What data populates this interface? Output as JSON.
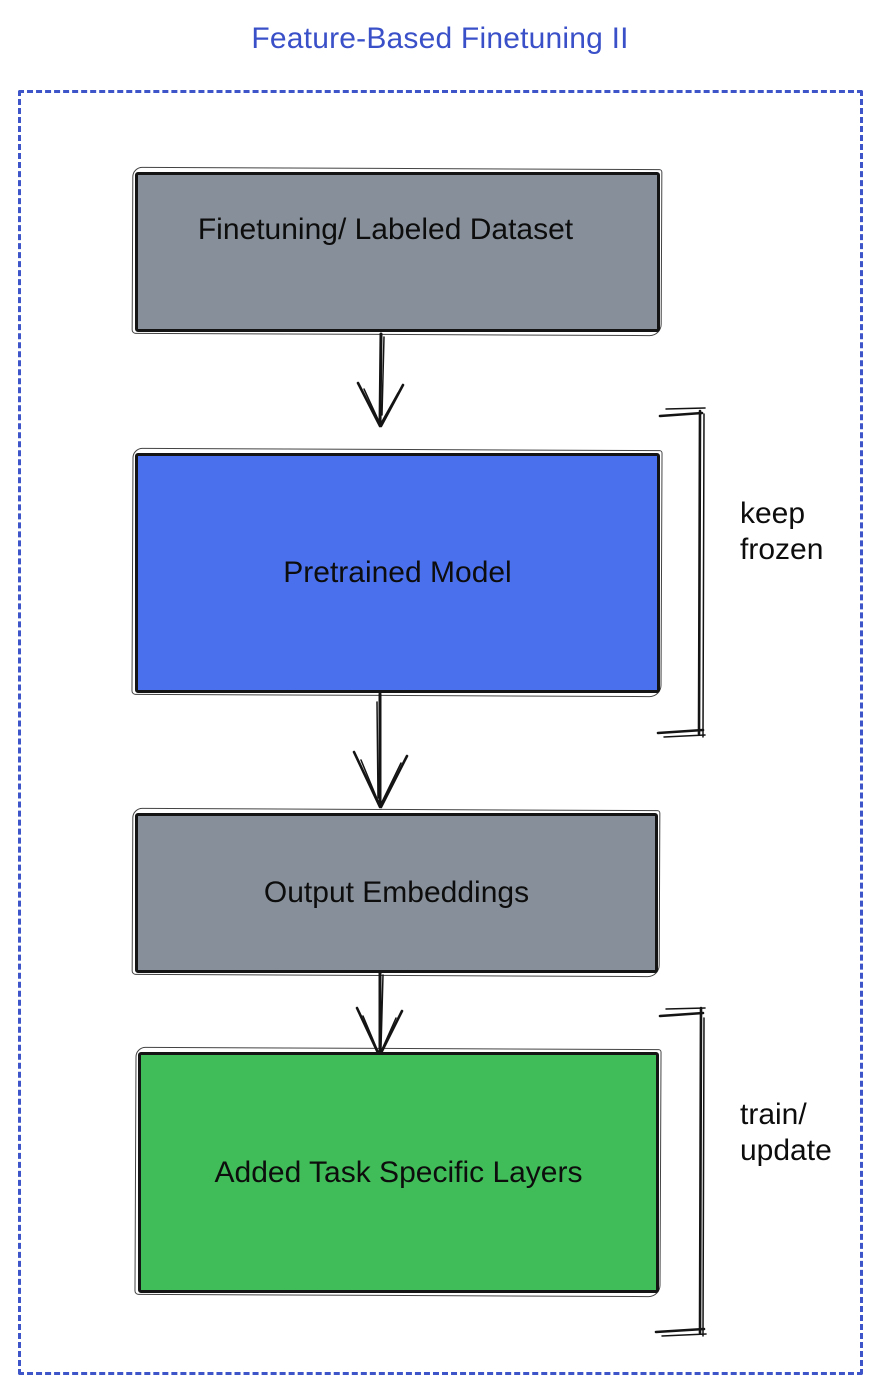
{
  "title": "Feature-Based Finetuning II",
  "colors": {
    "title-blue": "#3a50c8",
    "frame-blue": "#3d55c8",
    "node-gray": "#87909a",
    "node-blue": "#4b70ee",
    "node-green": "#40bd58",
    "ink": "#141414"
  },
  "nodes": [
    {
      "label": "Finetuning/ Labeled Dataset",
      "fill": "gray"
    },
    {
      "label": "Pretrained Model",
      "fill": "blue"
    },
    {
      "label": "Output Embeddings",
      "fill": "gray"
    },
    {
      "label": "Added Task Specific Layers",
      "fill": "green"
    }
  ],
  "annotations": [
    {
      "line1": "keep",
      "line2": "frozen",
      "applies_to": "Pretrained Model"
    },
    {
      "line1": "train/",
      "line2": "update",
      "applies_to": "Added Task Specific Layers"
    }
  ]
}
